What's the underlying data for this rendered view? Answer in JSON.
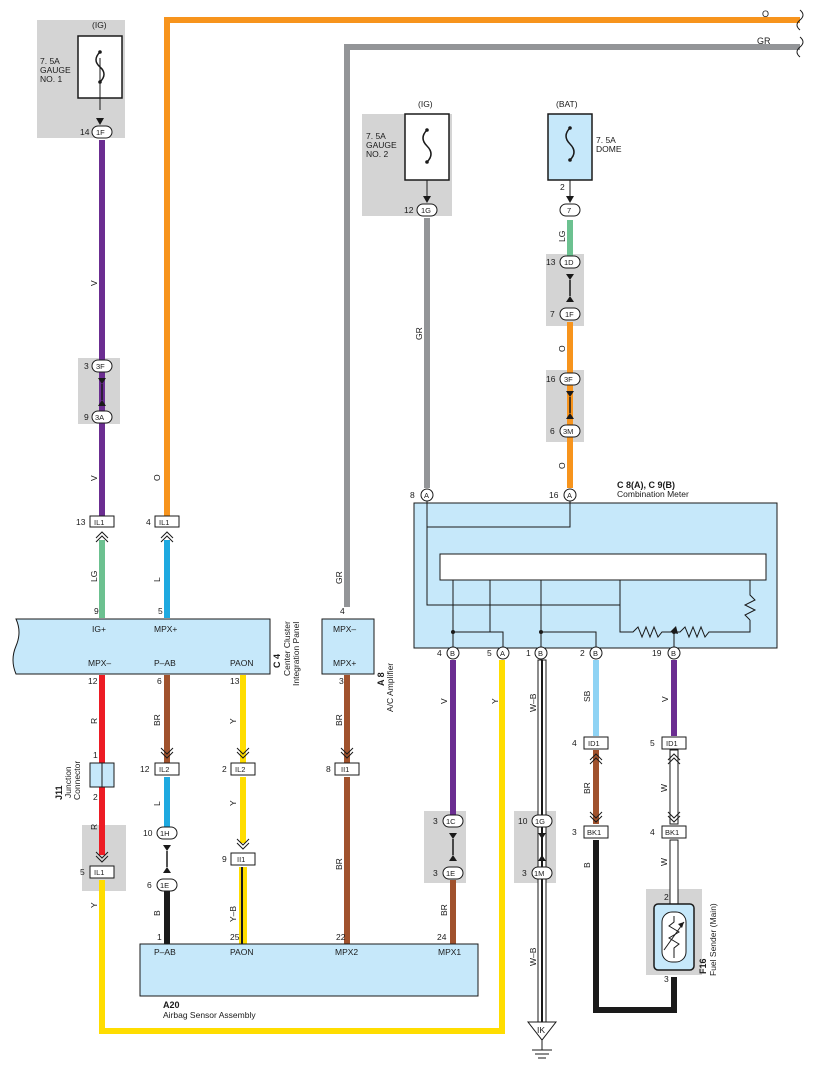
{
  "wire_labels": {
    "top_o": "O",
    "top_gr": "GR",
    "v_gauge1": "V",
    "v_gauge1b": "V",
    "lg_il1": "LG",
    "o_left": "O",
    "l_il1": "L",
    "gr_mid": "GR",
    "gr_ac": "GR",
    "lg_dome": "LG",
    "o_dome1": "O",
    "o_dome2": "O",
    "r1": "R",
    "r2": "R",
    "br1": "BR",
    "l_mid": "L",
    "b_left": "B",
    "y1": "Y",
    "y2": "Y",
    "yb": "Y–B",
    "y_left": "Y",
    "br_ac1": "BR",
    "br_ac2": "BR",
    "v_meter": "V",
    "br_meter": "BR",
    "y_meter": "Y",
    "wb1": "W–B",
    "wb2": "W–B",
    "sb": "SB",
    "br_sb": "BR",
    "b_sb": "B",
    "v_r": "V",
    "w1": "W",
    "w2": "W"
  },
  "fuses": {
    "gauge1": {
      "supply": "(IG)",
      "label1": "7. 5A",
      "label2": "GAUGE",
      "label3": "NO. 1"
    },
    "gauge2": {
      "supply": "(IG)",
      "label1": "7. 5A",
      "label2": "GAUGE",
      "label3": "NO. 2"
    },
    "dome": {
      "supply": "(BAT)",
      "label1": "7. 5A",
      "label2": "DOME"
    }
  },
  "connectors": {
    "p14": "14",
    "c1F": "1F",
    "p3": "3",
    "c3F": "3F",
    "p9": "9",
    "c3A": "3A",
    "p13": "13",
    "cIL1a": "IL1",
    "p4": "4",
    "cIL1b": "IL1",
    "p12g": "12",
    "c1G": "1G",
    "p2d": "2",
    "c7": "7",
    "p13d": "13",
    "c1D": "1D",
    "p7d": "7",
    "c1F2": "1F",
    "p16d": "16",
    "c3F2": "3F",
    "p6d": "6",
    "c3M": "3M",
    "p8m": "8",
    "cAm": "A",
    "p16m": "16",
    "cAm2": "A",
    "p12r": "12",
    "p1j": "1",
    "p2j": "2",
    "p5l": "5",
    "cIL1c": "IL1",
    "p6p": "6",
    "p12il2": "12",
    "cIL2": "IL2",
    "p10h": "10",
    "c1H": "1H",
    "p6e": "6",
    "c1E": "1E",
    "p13p": "13",
    "p2il2": "2",
    "cIL2b": "IL2",
    "p9ii": "9",
    "cII1": "II1",
    "p3a": "3",
    "p8ii": "8",
    "cII1b": "II1",
    "p4b": "4",
    "cB1": "B",
    "p5a": "5",
    "cA3": "A",
    "p1b": "1",
    "cB2": "B",
    "p2b": "2",
    "cB3": "B",
    "p19b": "19",
    "cB4": "B",
    "p3c": "3",
    "c1C": "1C",
    "p3e": "3",
    "c1E2": "1E",
    "p10g": "10",
    "c1G2": "1G",
    "p3m": "3",
    "c1M": "1M",
    "p4id": "4",
    "cID1": "ID1",
    "p5id": "5",
    "cID1b": "ID1",
    "p3bk": "3",
    "cBK1": "BK1",
    "p4bk": "4",
    "cBK1b": "BK1",
    "p2f": "2",
    "p3f": "3",
    "p1a20": "1",
    "p25a20": "25",
    "p22a20": "22",
    "p24a20": "24"
  },
  "components": {
    "c4": {
      "code": "C 4",
      "name1": "Center Cluster",
      "name2": "Integration Panel",
      "pin9": "9",
      "pin5": "5",
      "ig": "IG+",
      "mpxp": "MPX+",
      "mpxm": "MPX–",
      "pab": "P–AB",
      "paon": "PAON"
    },
    "a8": {
      "code": "A 8",
      "name": "A/C Amplifier",
      "pin4": "4",
      "mpxm": "MPX–",
      "mpxp": "MPX+"
    },
    "meter": {
      "code": "C 8(A), C 9(B)",
      "name": "Combination Meter"
    },
    "j11": {
      "code": "J11",
      "name1": "Junction",
      "name2": "Connector"
    },
    "a20": {
      "code": "A20",
      "name": "Airbag Sensor Assembly",
      "pab": "P–AB",
      "paon": "PAON",
      "mpx2": "MPX2",
      "mpx1": "MPX1"
    },
    "f16": {
      "code": "F16",
      "name": "Fuel Sender (Main)"
    },
    "ground": {
      "code": "IK"
    }
  },
  "colors": {
    "orange": "#f7941d",
    "grey": "#939598",
    "violet": "#6b2d91",
    "light_green": "#6cc190",
    "light_blue": "#1ea9e0",
    "red": "#ed1c24",
    "brown": "#a0522d",
    "yellow": "#ffdd00",
    "black": "#1a1a1a",
    "sky_blue": "#8fd3f4",
    "component": "#c6e8fa"
  }
}
